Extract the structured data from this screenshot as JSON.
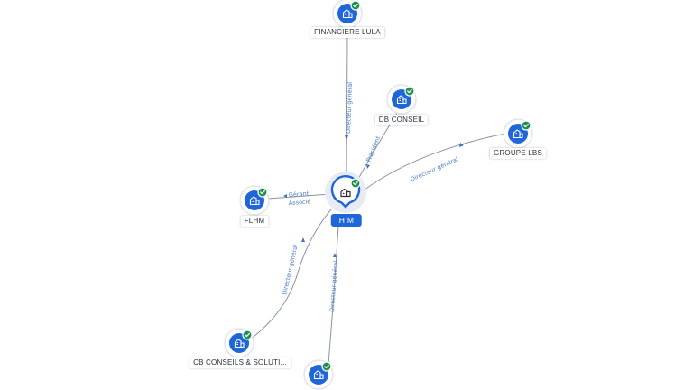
{
  "center": {
    "label": "H.M",
    "icon": "building-icon"
  },
  "nodes": [
    {
      "id": "financiere",
      "label": "FINANCIERE LULA",
      "icon": "building-icon",
      "verified": true
    },
    {
      "id": "db",
      "label": "DB CONSEIL",
      "icon": "building-icon",
      "verified": true
    },
    {
      "id": "lbs",
      "label": "GROUPE LBS",
      "icon": "building-icon",
      "verified": true
    },
    {
      "id": "flhm",
      "label": "FLHM",
      "icon": "building-icon",
      "verified": true
    },
    {
      "id": "cb",
      "label": "CB CONSEILS & SOLUTI...",
      "icon": "building-icon",
      "verified": true
    },
    {
      "id": "bottom",
      "label": "",
      "icon": "building-icon",
      "verified": true
    }
  ],
  "edges": [
    {
      "to": "financiere",
      "role": "Directeur général"
    },
    {
      "to": "db",
      "role": "Président"
    },
    {
      "to": "lbs",
      "role": "Directeur général"
    },
    {
      "to": "flhm",
      "role": "Gérant",
      "role2": "Associé"
    },
    {
      "to": "cb",
      "role": "Directeur général"
    },
    {
      "to": "bottom",
      "role": "Directeur général"
    }
  ],
  "colors": {
    "node": "#1f66d8",
    "verified": "#1e8f4e",
    "edge": "#8a93a6",
    "edge_label": "#4a78c9"
  }
}
